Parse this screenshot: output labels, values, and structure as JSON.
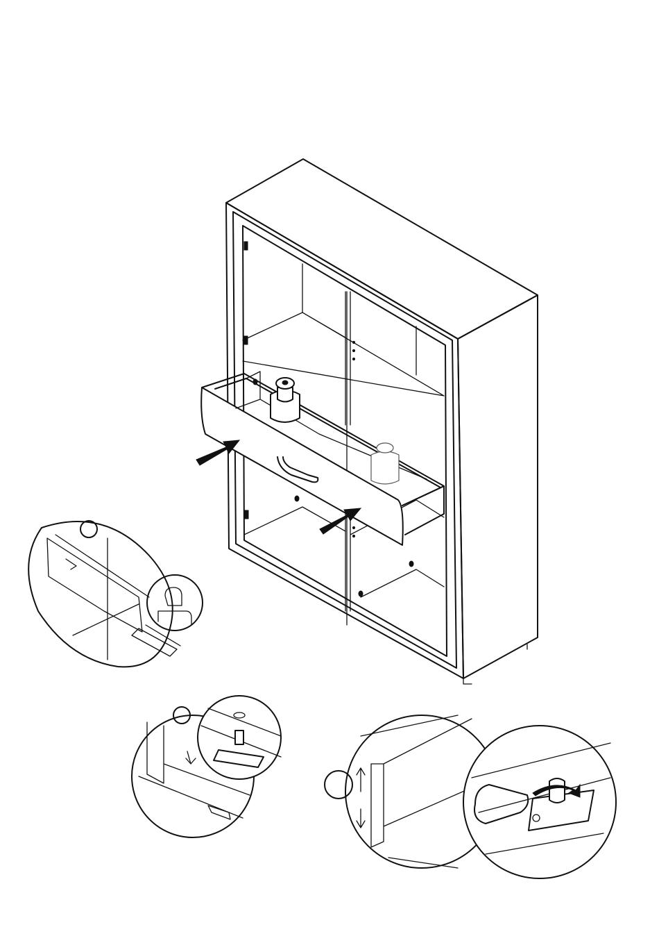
{
  "illustration": {
    "subject": "cabinet-drawer-installation",
    "stroke_color": "#111111",
    "background_color": "#ffffff",
    "detail_callouts": [
      {
        "id": "detail-a",
        "icon": "drawer-runner-clip-detail"
      },
      {
        "id": "detail-b",
        "icon": "runner-screw-fixing-detail"
      },
      {
        "id": "detail-c",
        "icon": "height-adjustment-detail"
      }
    ],
    "arrows": [
      {
        "id": "arrow-upper",
        "icon": "push-arrow"
      },
      {
        "id": "arrow-lower",
        "icon": "push-arrow"
      }
    ]
  }
}
